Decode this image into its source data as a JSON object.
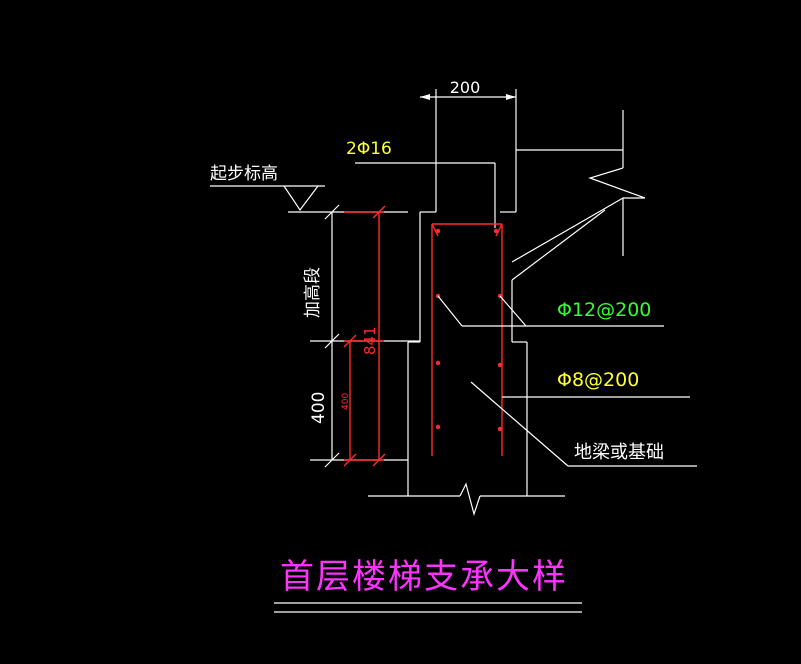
{
  "labels": {
    "dim_width": "200",
    "rebar_top": "2Φ16",
    "start_elevation": "起步标高",
    "raised_section": "加高段",
    "dim_lower": "400",
    "dim_lower_red": "400",
    "dim_total_red": "841",
    "stirrup_1": "Φ12@200",
    "stirrup_2": "Φ8@200",
    "ground_beam": "地梁或基础",
    "title": "首层楼梯支承大样"
  },
  "colors": {
    "background": "#000000",
    "line": "#ffffff",
    "rebar": "#ff2a2a",
    "yellow_text": "#ffff33",
    "green_text": "#33ff33",
    "title": "#ff33ff"
  }
}
